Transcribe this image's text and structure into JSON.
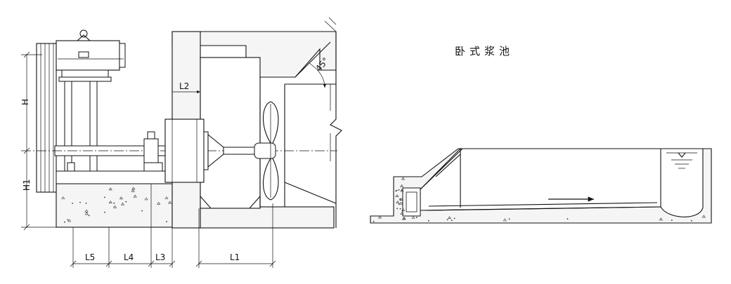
{
  "title": "卧式浆池",
  "angle_label": "45°",
  "dimensions": {
    "H": "H",
    "H1": "H1",
    "L1": "L1",
    "L2": "L2",
    "L3": "L3",
    "L4": "L4",
    "L5": "L5"
  },
  "colors": {
    "line": "#111111",
    "concrete": "#f5f5f5"
  }
}
